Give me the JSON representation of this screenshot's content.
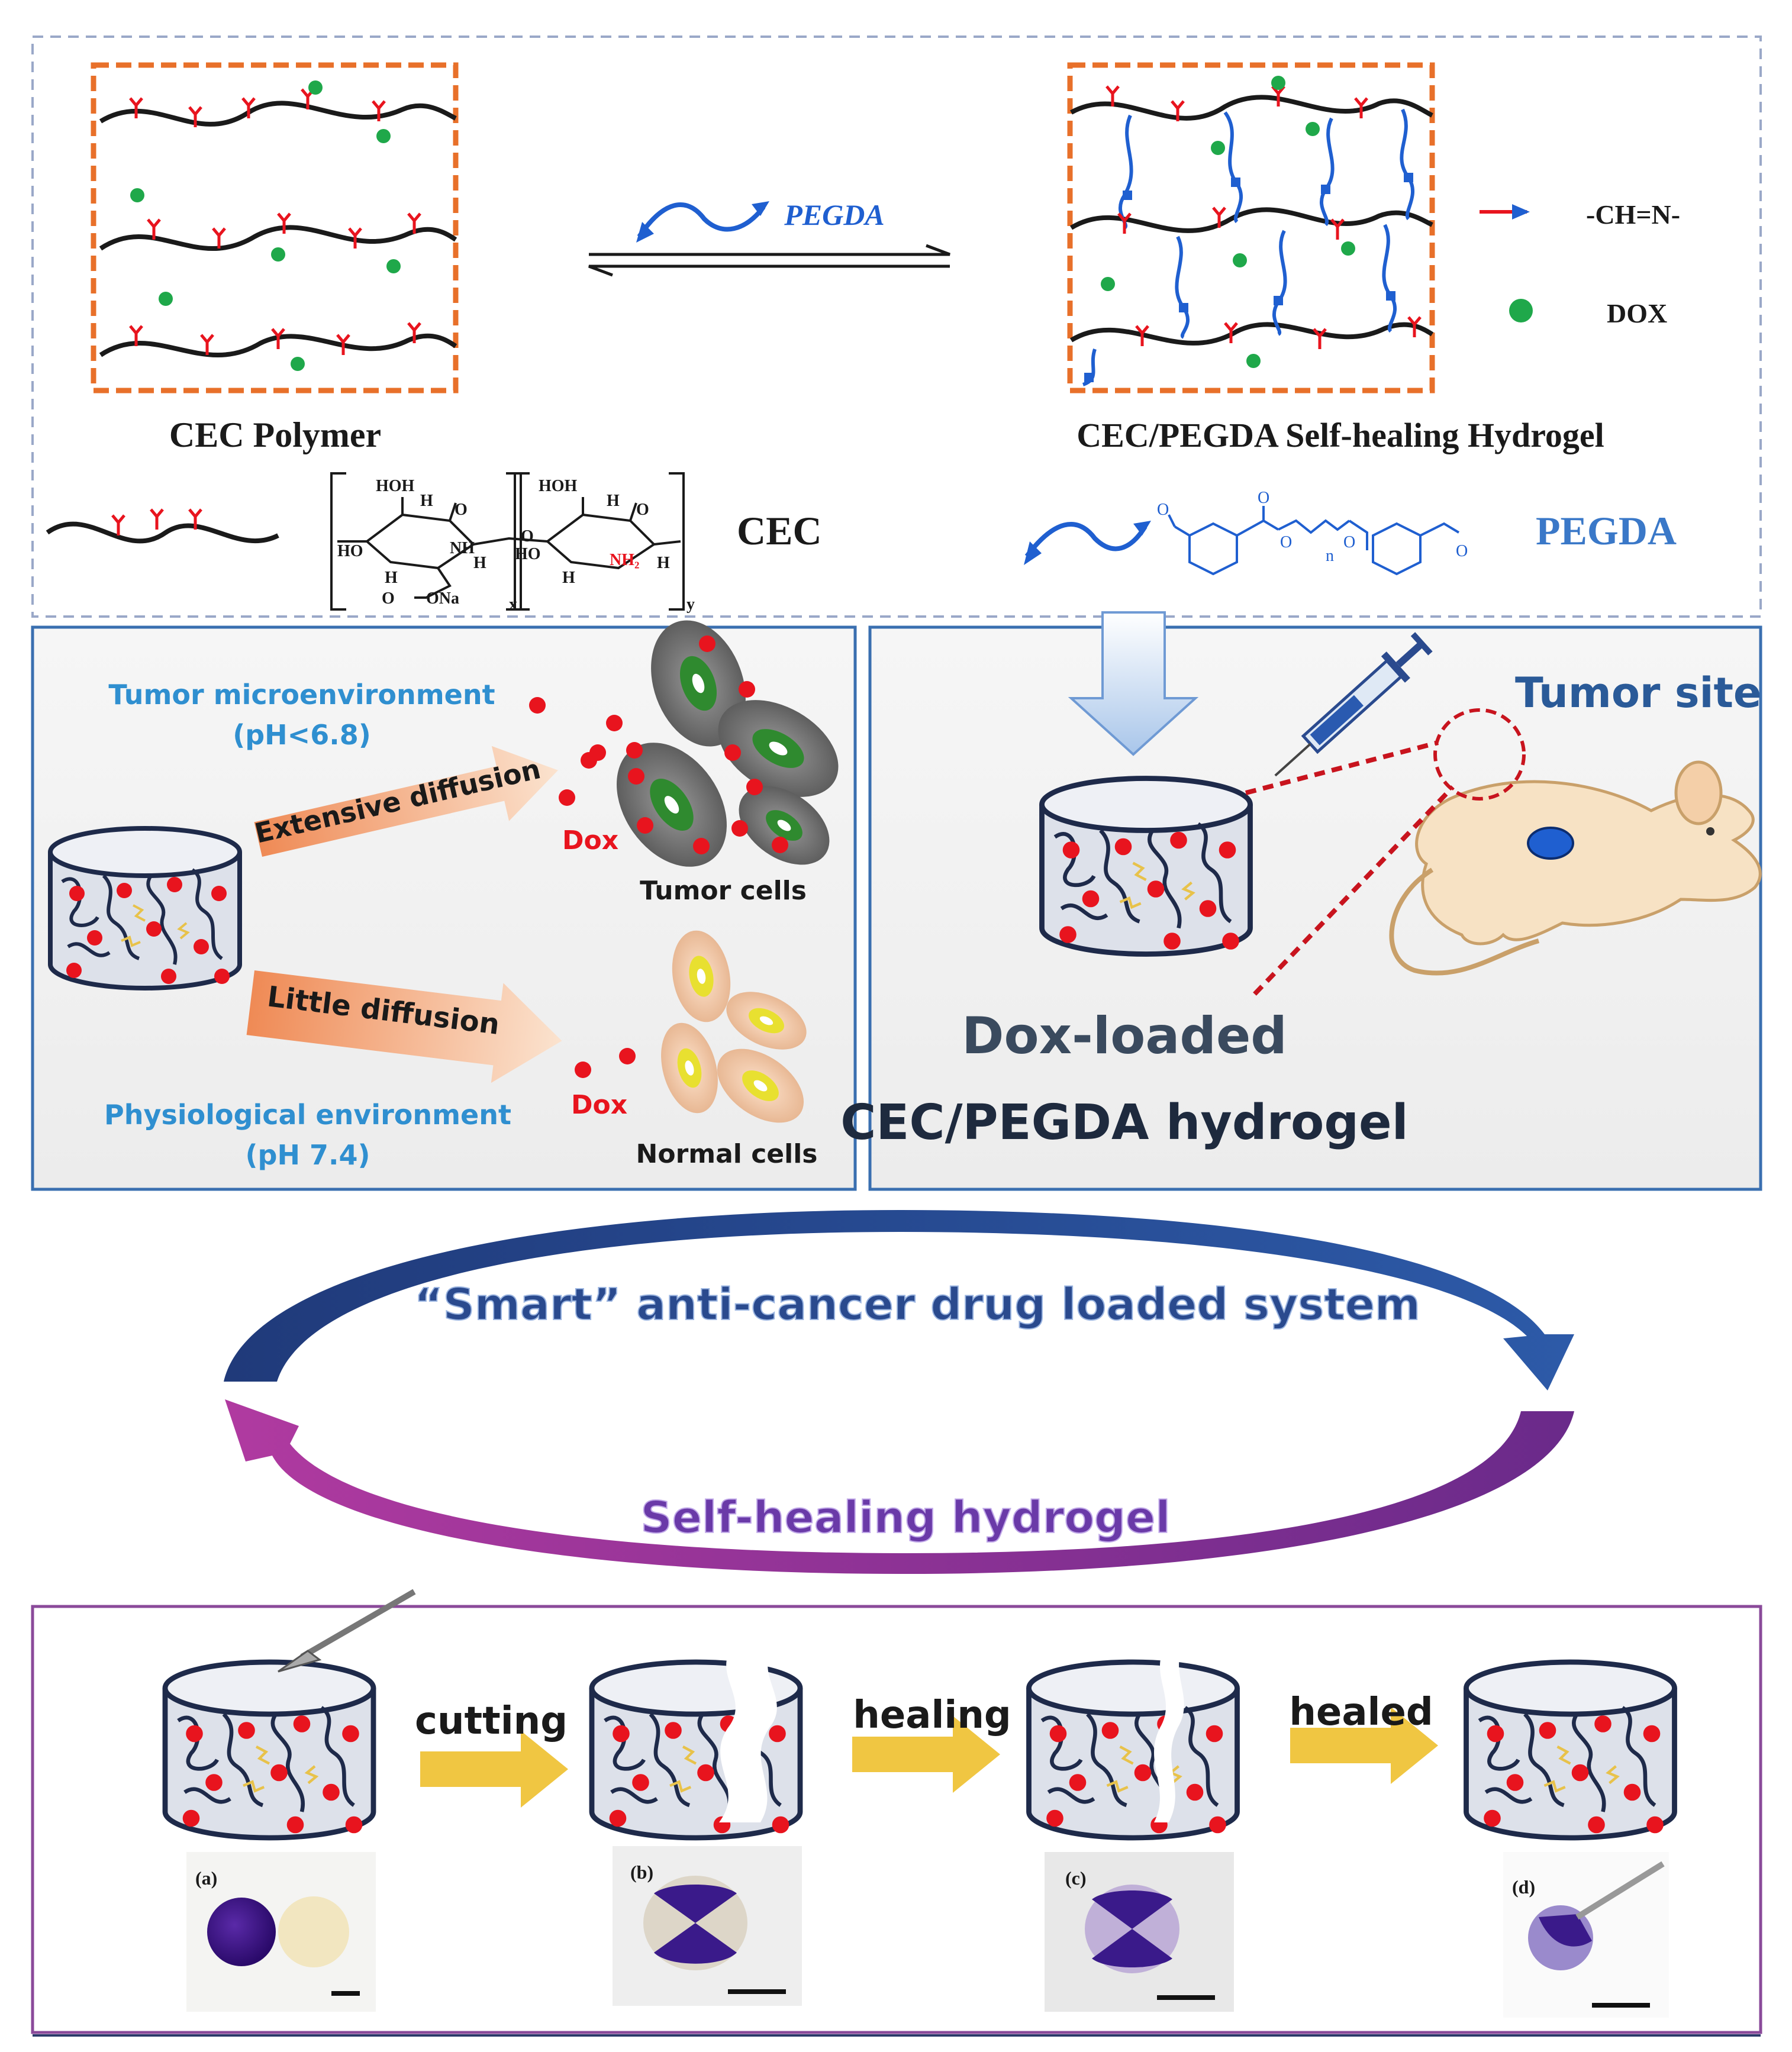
{
  "top": {
    "left_title": "CEC Polymer",
    "right_title": "CEC/PEGDA Self-healing Hydrogel",
    "arrow_label": "PEGDA",
    "legend": {
      "bond_label": "-CH=N-",
      "dox_label": "DOX"
    },
    "cec_label": "CEC",
    "pegda_label": "PEGDA",
    "structure": {
      "hoh": "HOH",
      "h": "H",
      "o": "O",
      "ho": "HO",
      "nh": "NH",
      "nh2": "NH₂",
      "ona": "ONa",
      "x": "x",
      "y": "y",
      "n": "n"
    }
  },
  "middle_left": {
    "tumor_env": "Tumor microenvironment",
    "tumor_ph": "(pH<6.8)",
    "extensive": "Extensive diffusion",
    "dox_top": "Dox",
    "tumor_cells": "Tumor cells",
    "little": "Little diffusion",
    "dox_bottom": "Dox",
    "normal_cells": "Normal cells",
    "phys_env": "Physiological environment",
    "phys_ph": "(pH 7.4)"
  },
  "middle_right": {
    "tumor_site": "Tumor site",
    "dox_loaded": "Dox-loaded",
    "hydrogel": "CEC/PEGDA hydrogel"
  },
  "cycle": {
    "smart": "“Smart” anti-cancer drug loaded system",
    "self_healing": "Self-healing hydrogel"
  },
  "bottom": {
    "cutting": "cutting",
    "healing": "healing",
    "healed": "healed",
    "photo_a": "(a)",
    "photo_b": "(b)",
    "photo_c": "(c)",
    "photo_d": "(d)"
  },
  "colors": {
    "dashed_border": "#9aa8c8",
    "panel_border": "#3a6fb0",
    "orange_box": "#e8702a",
    "dox_green": "#1fa84a",
    "dox_red": "#e8141e",
    "blue_text": "#2f8fd0",
    "dark_blue": "#2a4a8e",
    "purple": "#8a2a9a",
    "gold_arrow": "#f0c642"
  }
}
